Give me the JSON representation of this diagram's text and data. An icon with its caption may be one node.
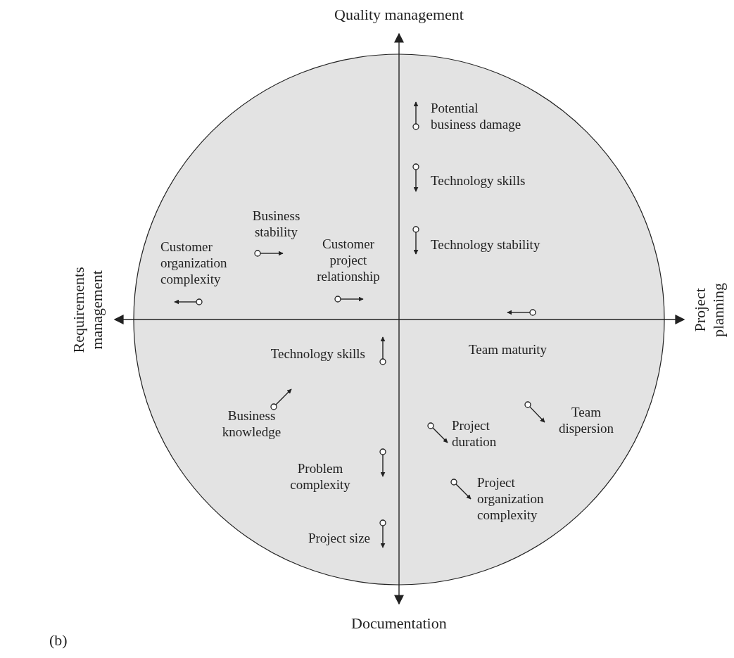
{
  "diagram": {
    "labels": [
      "Quality management",
      "Potential business damage",
      "Technology skills",
      "Business stability",
      "Technology stability",
      "Customer organization complexity",
      "Customer project relationship",
      "Requirements management",
      "Project planning",
      "Technology skills",
      "Team maturity",
      "Business knowledge",
      "Project duration",
      "Team dispersion",
      "Problem complexity",
      "Project organization complexity",
      "Project size",
      "Documentation",
      "(b)"
    ]
  }
}
